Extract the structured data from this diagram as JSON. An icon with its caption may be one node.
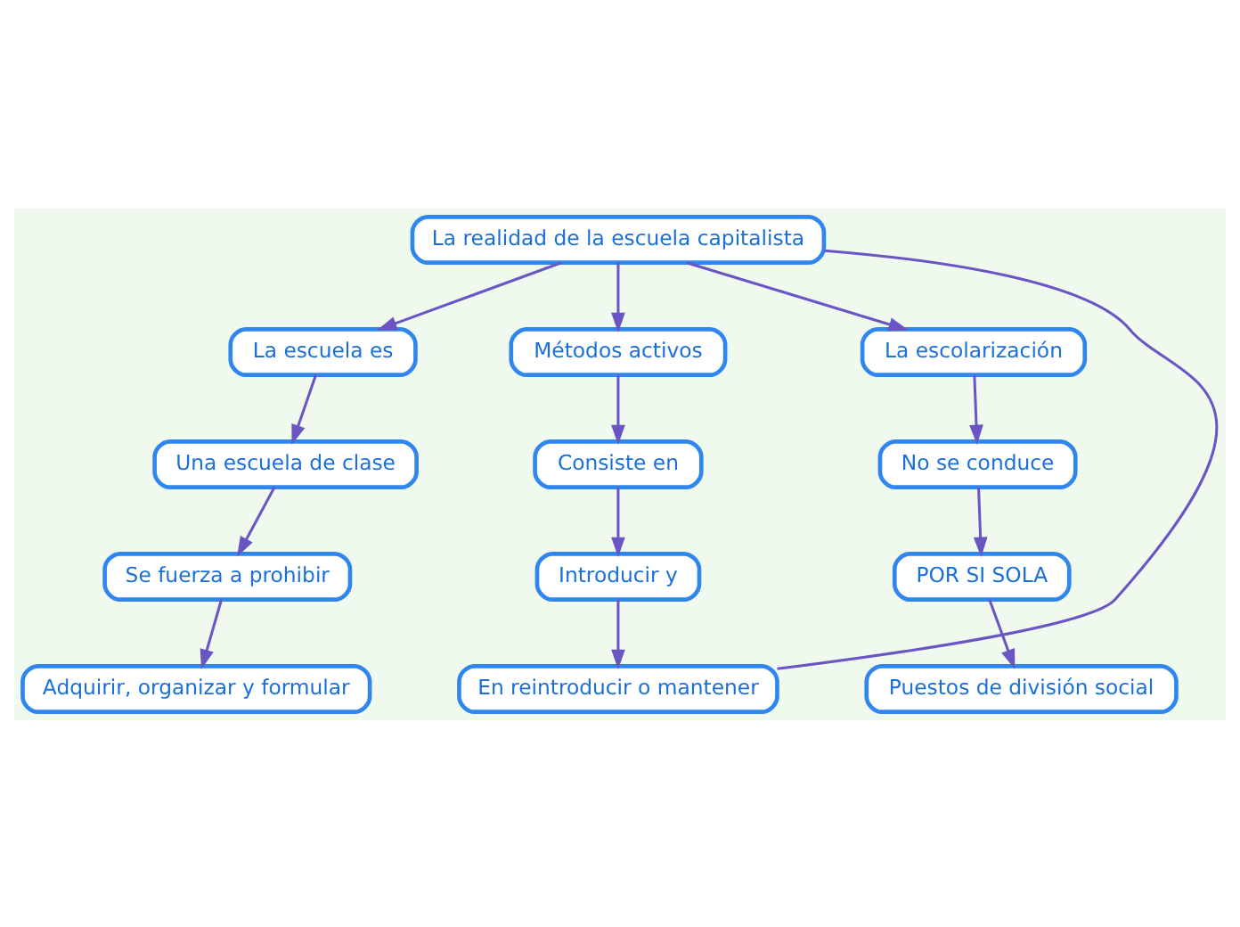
{
  "diagram": {
    "nodes": [
      {
        "text": [
          "La realidad de la escuela capitalista"
        ]
      },
      {
        "text": [
          "La escuela es"
        ]
      },
      {
        "text": [
          "Métodos activos"
        ]
      },
      {
        "text": [
          "La escolarización"
        ]
      },
      {
        "text": [
          "Una escuela de clase"
        ]
      },
      {
        "text": [
          "Se fuerza a prohibir"
        ]
      },
      {
        "text": [
          "Adquirir, organizar y formular"
        ]
      },
      {
        "text": [
          "Consiste en"
        ]
      },
      {
        "text": [
          "Introducir y"
        ]
      },
      {
        "text": [
          "En reintroducir o mantener"
        ]
      },
      {
        "text": [
          "No se conduce"
        ]
      },
      {
        "text": [
          "POR SI SOLA"
        ]
      },
      {
        "text": [
          "Puestos de división social"
        ]
      }
    ],
    "edges": [
      {
        "from": 0,
        "to": 1,
        "arrow": "to"
      },
      {
        "from": 0,
        "to": 2,
        "arrow": "to"
      },
      {
        "from": 0,
        "to": 3,
        "arrow": "to"
      },
      {
        "from": 1,
        "to": 4,
        "arrow": "to"
      },
      {
        "from": 4,
        "to": 5,
        "arrow": "to"
      },
      {
        "from": 5,
        "to": 6,
        "arrow": "to"
      },
      {
        "from": 2,
        "to": 7,
        "arrow": "to"
      },
      {
        "from": 7,
        "to": 8,
        "arrow": "to"
      },
      {
        "from": 8,
        "to": 9,
        "arrow": "to"
      },
      {
        "from": 0,
        "to": 9,
        "arrow": "none"
      },
      {
        "from": 3,
        "to": 10,
        "arrow": "to"
      },
      {
        "from": 10,
        "to": 11,
        "arrow": "to"
      },
      {
        "from": 11,
        "to": 12,
        "arrow": "to"
      }
    ]
  }
}
